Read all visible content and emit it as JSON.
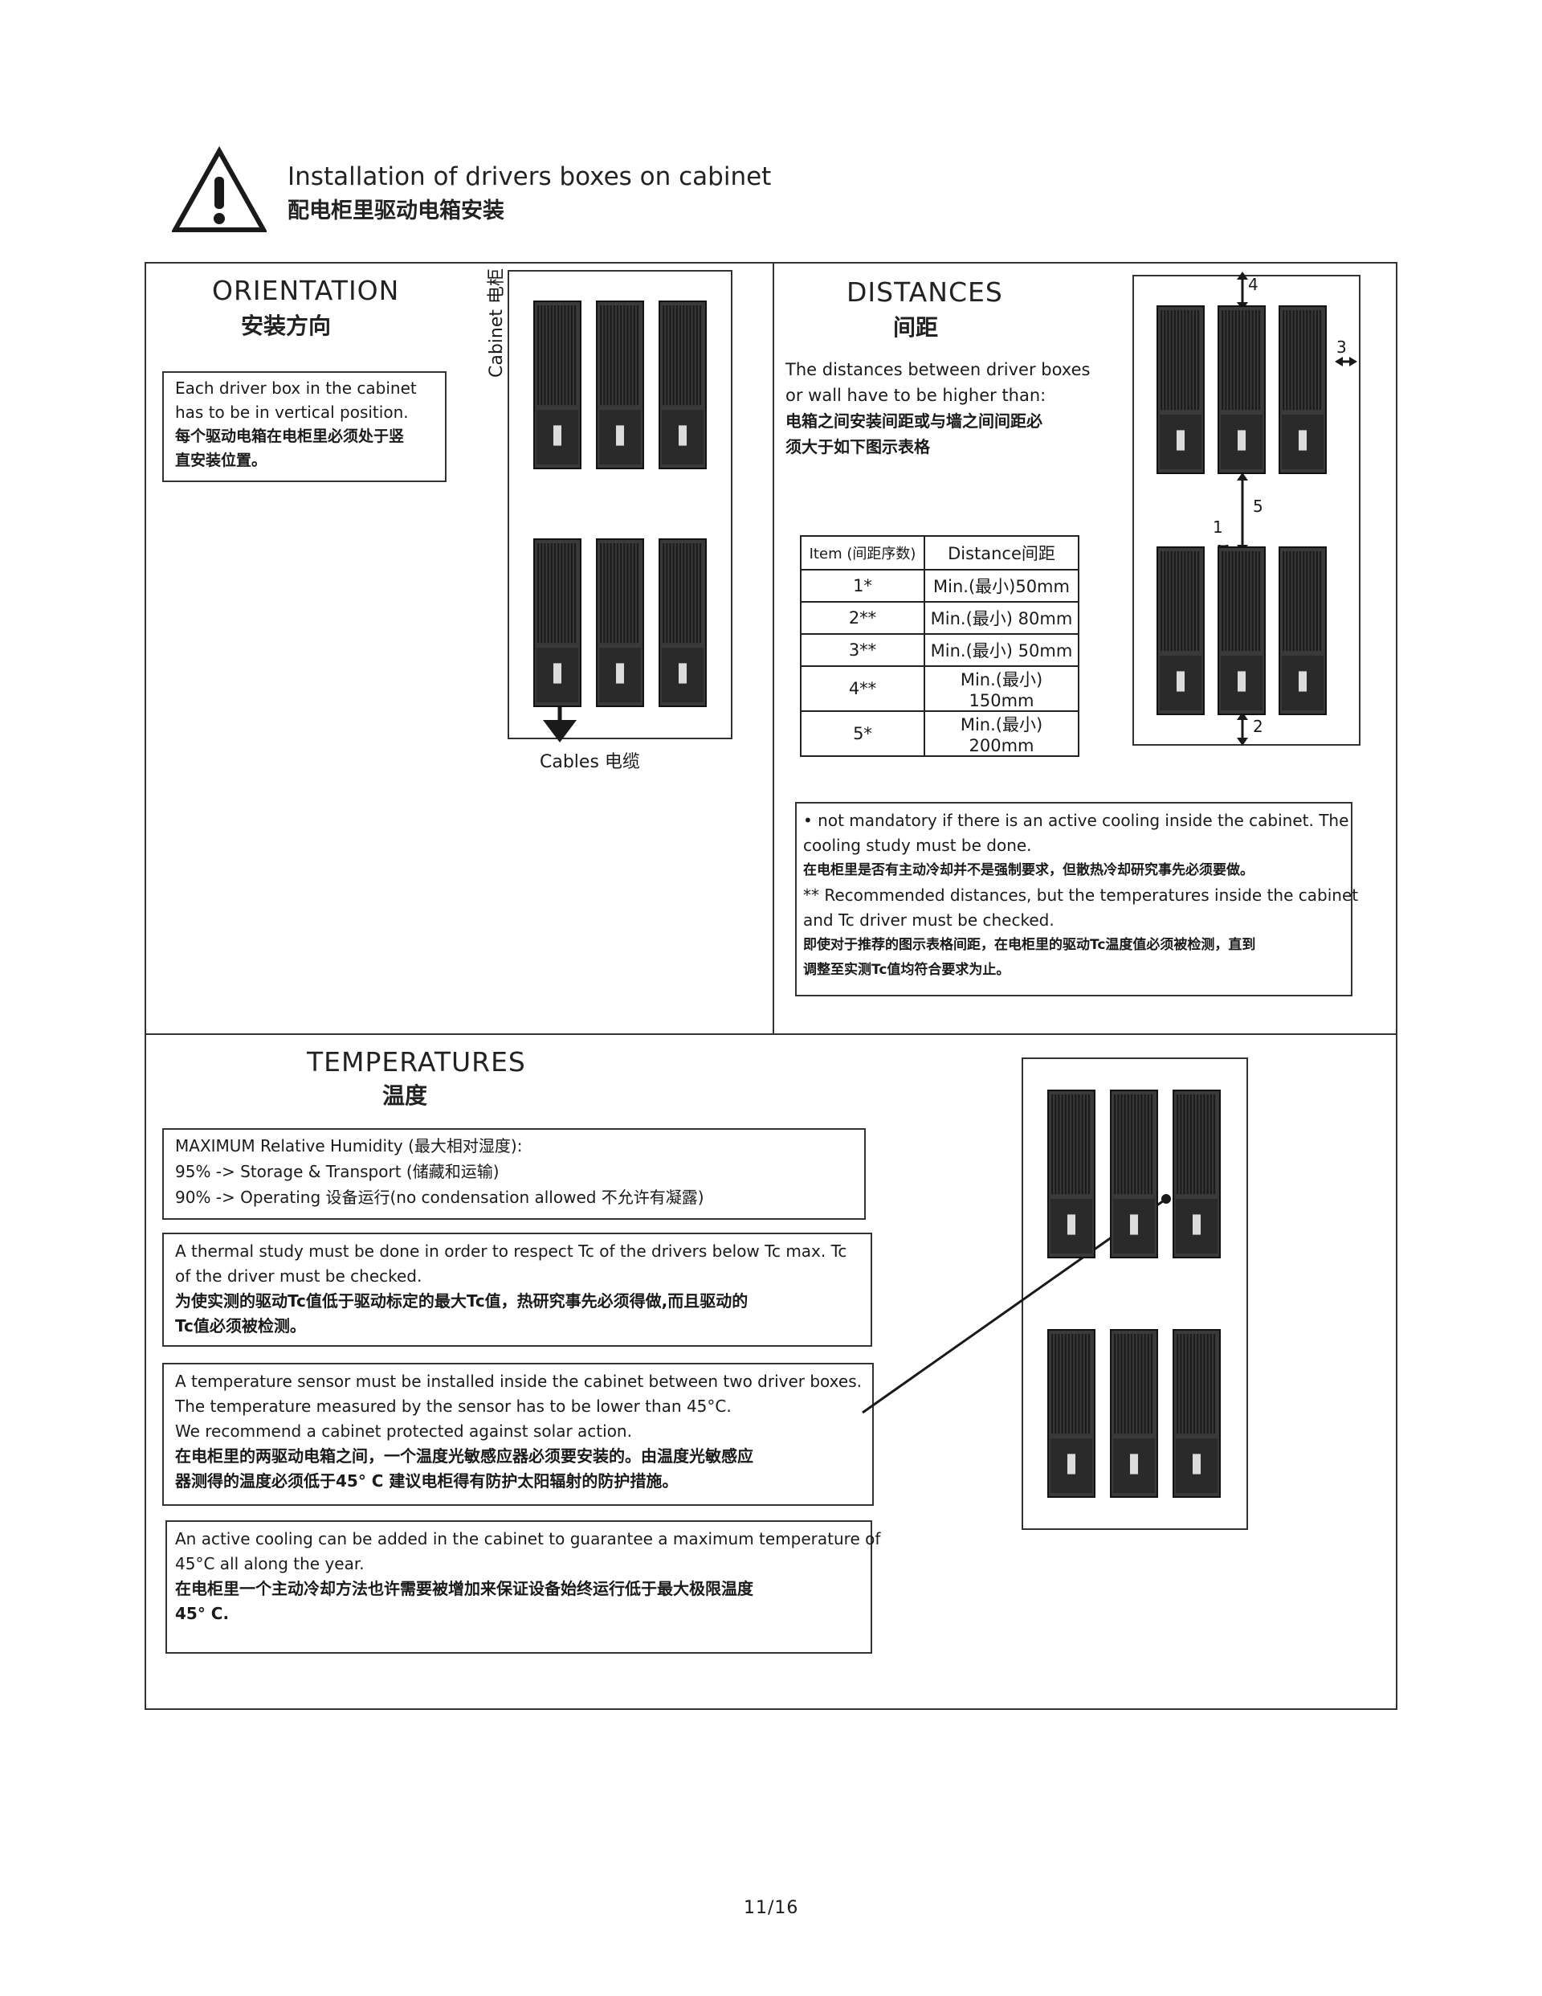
{
  "header": {
    "title_en": "Installation of drivers boxes on cabinet",
    "title_cn": "配电柜里驱动电箱安装"
  },
  "orientation": {
    "title_en": "ORIENTATION",
    "title_cn": "安装方向",
    "note_lines": [
      "Each driver box in the cabinet",
      "has to be in vertical position."
    ],
    "note_cn_lines": [
      "每个驱动电箱在电柜里必须处于竖",
      "直安装位置。"
    ],
    "cabinet_label": "Cabinet 电柜",
    "cables_label": "Cables 电缆"
  },
  "distances": {
    "title_en": "DISTANCES",
    "title_cn": "间距",
    "intro_lines": [
      "The distances between driver boxes",
      "or wall have to be higher than:"
    ],
    "intro_cn_lines": [
      "电箱之间安装间距或与墙之间间距必",
      "须大于如下图示表格"
    ],
    "table": {
      "headers": [
        "Item (间距序数)",
        "Distance间距"
      ],
      "rows": [
        {
          "item": "1*",
          "distance": "Min.(最小)50mm"
        },
        {
          "item": "2**",
          "distance": "Min.(最小) 80mm"
        },
        {
          "item": "3**",
          "distance": "Min.(最小) 50mm"
        },
        {
          "item": "4**",
          "distance": "Min.(最小) 150mm"
        },
        {
          "item": "5*",
          "distance": "Min.(最小) 200mm"
        }
      ]
    },
    "diagram_labels": {
      "l1": "1",
      "l2": "2",
      "l3": "3",
      "l4": "4",
      "l5": "5"
    },
    "footnote_lines": [
      "• not mandatory if there is an active cooling inside the cabinet. The",
      "cooling study must be done."
    ],
    "footnote_cn_1": "在电柜里是否有主动冷却并不是强制要求，但散热冷却研究事先必须要做。",
    "footnote2_lines": [
      "** Recommended distances, but the temperatures inside the cabinet",
      "and Tc driver must be checked."
    ],
    "footnote_cn_2_lines": [
      " 即使对于推荐的图示表格间距，在电柜里的驱动Tc温度值必须被检测，直到",
      "调整至实测Tc值均符合要求为止。"
    ]
  },
  "temperatures": {
    "title_en": "TEMPERATURES",
    "title_cn": "温度",
    "humidity_lines": [
      "MAXIMUM  Relative Humidity (最大相对湿度):",
      "95% -> Storage & Transport  (储藏和运输)",
      "90% -> Operating 设备运行(no condensation allowed 不允许有凝露)"
    ],
    "thermal_lines": [
      "A thermal study must be done in order to respect Tc of the drivers below Tc max. Tc",
      "of the driver must be checked."
    ],
    "thermal_cn_lines": [
      "为使实测的驱动Tc值低于驱动标定的最大Tc值，热研究事先必须得做,而且驱动的",
      "Tc值必须被检测。"
    ],
    "sensor_lines": [
      "A temperature sensor must be installed  inside the cabinet between two driver boxes.",
      "The temperature measured by the sensor has to be lower than 45°C.",
      "We recommend a cabinet protected against solar action."
    ],
    "sensor_cn_lines": [
      "在电柜里的两驱动电箱之间，一个温度光敏感应器必须要安装的。由温度光敏感应",
      "器测得的温度必须低于45° C 建议电柜得有防护太阳辐射的防护措施。"
    ],
    "cooling_lines": [
      "An active cooling can be added in the cabinet to guarantee a maximum temperature of",
      "45°C all along the year."
    ],
    "cooling_cn_lines": [
      "在电柜里一个主动冷却方法也许需要被增加来保证设备始终运行低于最大极限温度",
      "45° C."
    ]
  },
  "footer": {
    "page": "11/16"
  },
  "icons": {
    "warning": "warning-triangle-icon",
    "driver": "driver-box-icon",
    "arrow": "arrow-down-icon"
  }
}
